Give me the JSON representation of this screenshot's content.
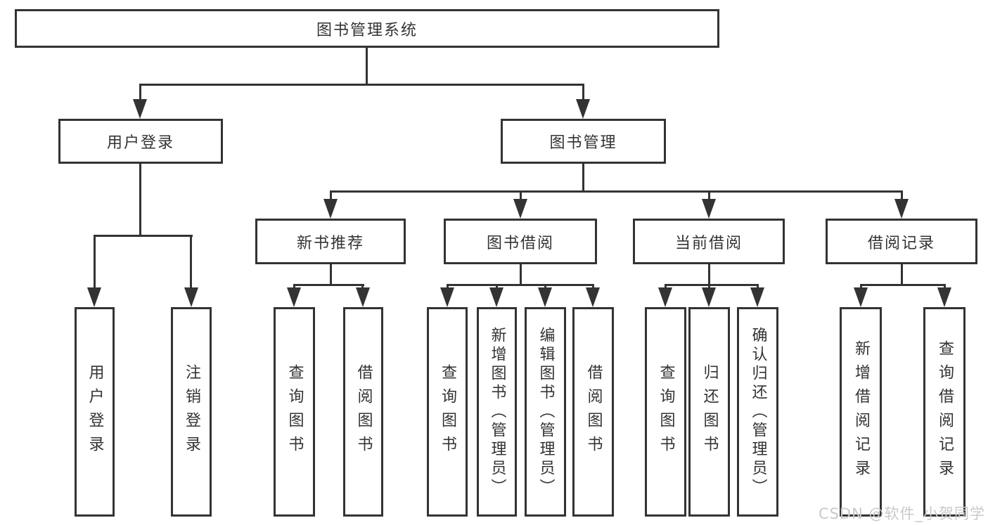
{
  "colors": {
    "line": "#333333",
    "text": "#333333",
    "watermark": "#c9c9c9",
    "background": "#ffffff"
  },
  "nodes": {
    "root": {
      "label": "图书管理系统"
    },
    "user_login": {
      "label": "用户登录"
    },
    "book_mgmt": {
      "label": "图书管理"
    },
    "new_book_rec": {
      "label": "新书推荐"
    },
    "book_borrow": {
      "label": "图书借阅"
    },
    "current_borrow": {
      "label": "当前借阅"
    },
    "borrow_record": {
      "label": "借阅记录"
    }
  },
  "leaves": [
    {
      "label": "用户登录"
    },
    {
      "label": "注销登录"
    },
    {
      "label": "查询图书"
    },
    {
      "label": "借阅图书"
    },
    {
      "label": "查询图书"
    },
    {
      "label": "新增图书（管理员）"
    },
    {
      "label": "编辑图书（管理员）"
    },
    {
      "label": "借阅图书"
    },
    {
      "label": "查询图书"
    },
    {
      "label": "归还图书"
    },
    {
      "label": "确认归还（管理员）"
    },
    {
      "label": "新增借阅记录"
    },
    {
      "label": "查询借阅记录"
    }
  ],
  "watermark": {
    "text": "CSDN @软件_小贺同学"
  }
}
